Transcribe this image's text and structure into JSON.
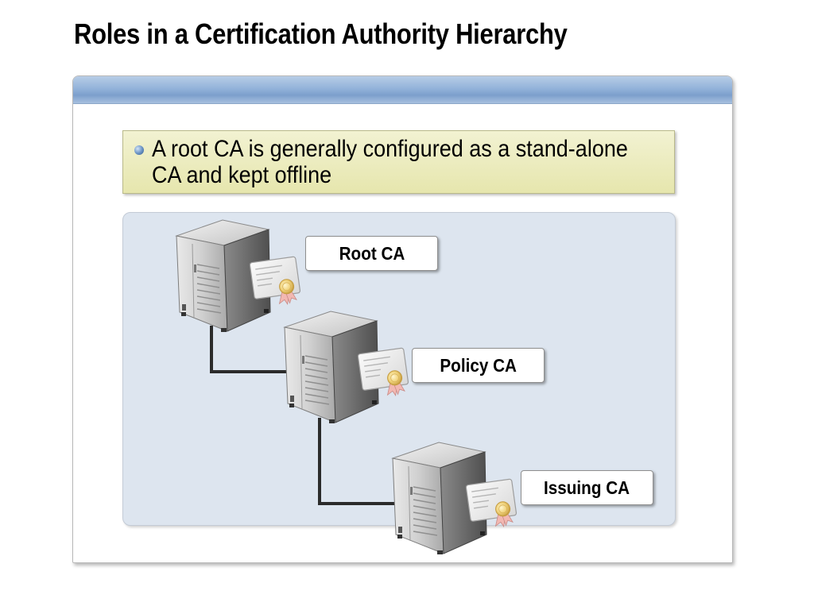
{
  "slide": {
    "title": "Roles in a Certification Authority Hierarchy",
    "bullet": "A root CA is generally configured as a stand-alone CA and kept offline"
  },
  "hierarchy": {
    "nodes": [
      {
        "id": "root",
        "label": "Root CA"
      },
      {
        "id": "policy",
        "label": "Policy CA"
      },
      {
        "id": "issuing",
        "label": "Issuing CA"
      }
    ],
    "links": [
      {
        "from": "root",
        "to": "policy"
      },
      {
        "from": "policy",
        "to": "issuing"
      }
    ]
  },
  "colors": {
    "panel_header": "#93b3da",
    "callout_background": "#e6e6ad",
    "diagram_background": "#dde5ef",
    "connector": "#2b2b2b"
  },
  "icons": [
    "server-icon",
    "certificate-icon",
    "bullet-icon"
  ]
}
